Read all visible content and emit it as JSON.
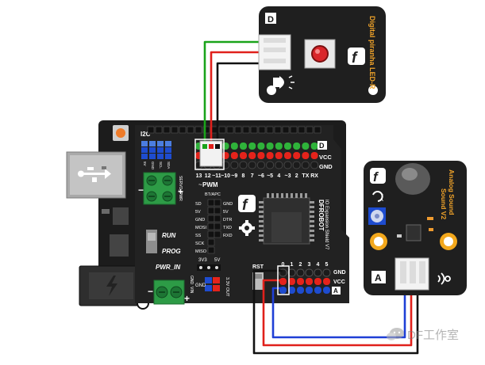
{
  "led_module": {
    "badge": "D",
    "name": "Digital piranha LED-R",
    "logo": "f"
  },
  "sound_module": {
    "badge": "A",
    "name_line1": "Analog Sound",
    "name_line2": "Sound V2",
    "logo": "f"
  },
  "shield": {
    "i2c_label": "I2C",
    "header_pins": [
      "13",
      "12",
      "~11",
      "~10",
      "~9",
      "8",
      "7",
      "~6",
      "~5",
      "4",
      "~3",
      "2",
      "TX",
      "RX"
    ],
    "right_labels": [
      "D",
      "VCC",
      "GND"
    ],
    "i2c_pins": [
      "5V",
      "GND",
      "SCL",
      "SDA"
    ],
    "servo_pwr": "SERVO_PWR",
    "pwm_label": "PWM",
    "bt_apc": "BT/APC",
    "bt_left": [
      "SD",
      "5V",
      "GND",
      "MOSI",
      "SS",
      "SCK",
      "MISO"
    ],
    "bt_right": [
      "GND",
      "5V",
      "DTR",
      "TXD",
      "RXD"
    ],
    "run": "RUN",
    "prog": "PROG",
    "pwr_in": "PWR_IN",
    "pwr_in_pins": [
      "GND",
      "VIN"
    ],
    "v3_label": "3V3",
    "v5_label": "5V",
    "out_label": "3.3V OUT",
    "rst": "RST",
    "analog_pins": [
      "0",
      "1",
      "2",
      "3",
      "4",
      "5"
    ],
    "analog_labels": [
      "GND",
      "VCC",
      "A"
    ],
    "brand": "DFROBOT",
    "brand_sub": "IO Expansion Shield V7",
    "logo": "f"
  },
  "watermark": "DF工作室",
  "colors": {
    "wire_green": "#1aa31a",
    "wire_red": "#e0201b",
    "wire_black": "#111111",
    "wire_blue": "#1f3fd6",
    "pin_red": "#e5231b",
    "pin_green": "#2fb33a",
    "pin_black": "#1b1b1b",
    "pin_blue": "#1e4ccf",
    "board": "#1f1f1f",
    "terminal_green": "#2d9b46"
  }
}
